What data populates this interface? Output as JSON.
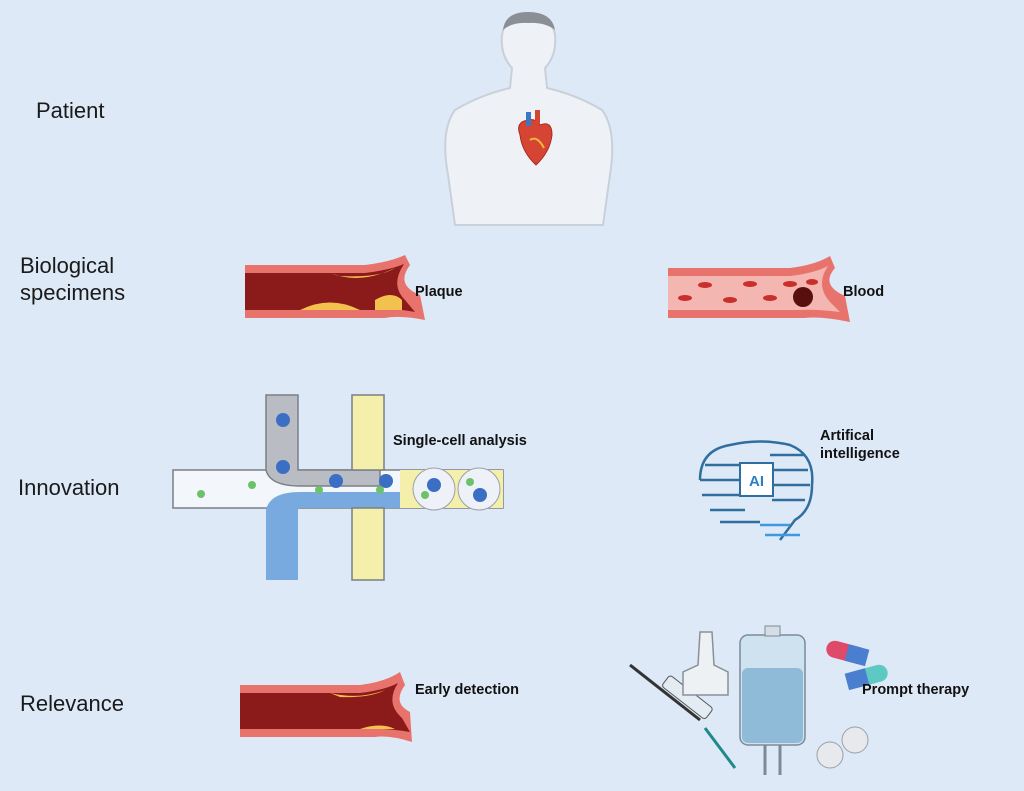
{
  "rows": {
    "patient": "Patient",
    "specimens_line1": "Biological",
    "specimens_line2": "specimens",
    "innovation": "Innovation",
    "relevance": "Relevance"
  },
  "items": {
    "plaque": "Plaque",
    "blood": "Blood",
    "single_cell": "Single-cell analysis",
    "ai_line1": "Artifical",
    "ai_line2": "intelligence",
    "ai_chip": "AI",
    "early_detection": "Early detection",
    "prompt_therapy": "Prompt therapy"
  },
  "colors": {
    "background": "#dde9f6",
    "vessel_wall": "#e8736c",
    "vessel_lumen": "#8b1a1a",
    "plaque": "#f2c14e",
    "cell_blue": "#3b6fc4",
    "cell_green": "#6cc26a",
    "ai_blue": "#2f7fc0"
  }
}
